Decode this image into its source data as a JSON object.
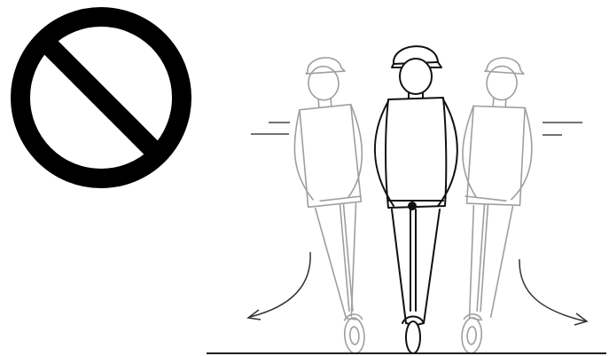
{
  "figure": {
    "kind": "safety-instruction-illustration",
    "meaning": "prohibited",
    "icons": {
      "prohibition": "no-entry-circle-slash-icon",
      "rider": "rider-on-scooter",
      "motion": "curved-motion-arrow"
    },
    "colors": {
      "sign": "#000000",
      "line_art": "#1a1a1a",
      "ghost_line_art": "#1a1a1a",
      "background": "#ffffff"
    }
  }
}
